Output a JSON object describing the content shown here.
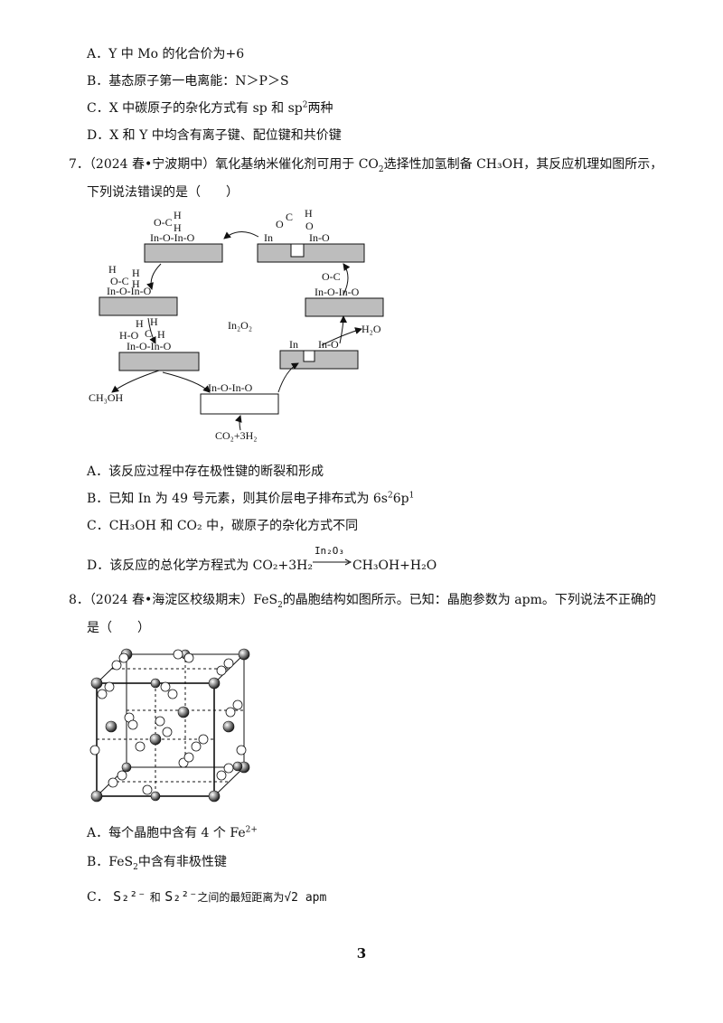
{
  "prev_options": {
    "A": "A．Y 中 Mo 的化合价为+6",
    "B": "B．基态原子第一电离能：N＞P＞S",
    "C_pre": "C．X 中碳原子的杂化方式有 sp 和 sp",
    "C_sup": "2",
    "C_post": "两种",
    "D": "D．X 和 Y 中均含有离子键、配位键和共价键"
  },
  "q7": {
    "line1_pre": "7．（2024 春•宁波期中）氧化基纳米催化剂可用于 CO",
    "line1_sub": "2",
    "line1_post": "选择性加氢制备 CH₃OH，其反应机理如图所示，",
    "line2": "下列说法错误的是（　　）",
    "figure": {
      "center_label": "In₂O₂",
      "product_methanol": "CH₃OH",
      "product_water": "H₂O",
      "reactants": "CO₂+3H₂"
    },
    "options": {
      "A": "A．该反应过程中存在极性键的断裂和形成",
      "B_pre": "B．已知 In 为 49 号元素，则其价层电子排布式为 6s",
      "B_sup1": "2",
      "B_mid": "6p",
      "B_sup2": "1",
      "C": "C．CH₃OH 和 CO₂ 中，碳原子的杂化方式不同",
      "D_pre": "D．该反应的总化学方程式为 CO₂+3H₂",
      "D_catalyst": "In₂O₃",
      "D_post": "CH₃OH+H₂O"
    }
  },
  "q8": {
    "line1_pre": "8．（2024 春•海淀区校级期末）FeS",
    "line1_sub": "2",
    "line1_post": "的晶胞结构如图所示。已知：晶胞参数为 apm。下列说法不正确的",
    "line2": "是（　　）",
    "options": {
      "A_pre": "A．每个晶胞中含有 4 个 Fe",
      "A_sup": "2+",
      "B_pre": "B．FeS",
      "B_sub": "2",
      "B_post": "中含有非极性键",
      "C_label": "C．",
      "C_ion1": "S₂²⁻",
      "C_and": "和",
      "C_ion2": "S₂²⁻",
      "C_text": "之间的最短距离为",
      "C_value": "√2 apm"
    }
  },
  "page_number": "3"
}
